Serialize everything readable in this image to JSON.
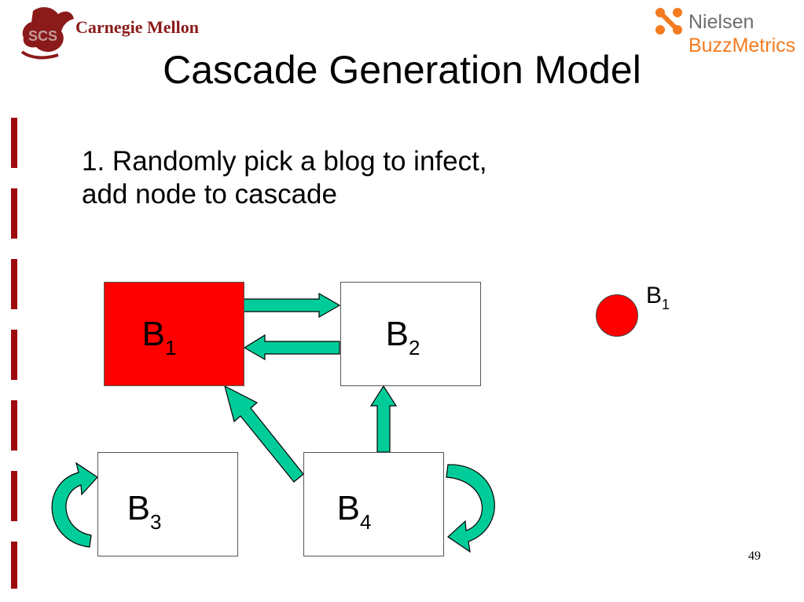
{
  "header": {
    "cmu_logo_text": "Carnegie Mellon",
    "scs_mark_text": "SCS",
    "partner_logo_line1": "Nielsen",
    "partner_logo_line2": "BuzzMetrics"
  },
  "slide": {
    "title": "Cascade Generation Model",
    "step_line1": "1.  Randomly pick a blog to infect,",
    "step_line2": "add node to cascade",
    "page_number": "49"
  },
  "graph": {
    "nodes": [
      {
        "id": "B1",
        "letter": "B",
        "index": "1",
        "infected": true
      },
      {
        "id": "B2",
        "letter": "B",
        "index": "2",
        "infected": false
      },
      {
        "id": "B3",
        "letter": "B",
        "index": "3",
        "infected": false
      },
      {
        "id": "B4",
        "letter": "B",
        "index": "4",
        "infected": false
      }
    ],
    "edges": [
      {
        "from": "B1",
        "to": "B2"
      },
      {
        "from": "B2",
        "to": "B1"
      },
      {
        "from": "B4",
        "to": "B1"
      },
      {
        "from": "B4",
        "to": "B2"
      },
      {
        "from": "B3",
        "to": "B3"
      },
      {
        "from": "B4",
        "to": "B4"
      }
    ]
  },
  "cascade": {
    "nodes": [
      {
        "letter": "B",
        "index": "1"
      }
    ]
  },
  "colors": {
    "infected": "#ff0000",
    "arrow_fill": "#00cc99",
    "arrow_stroke": "#000000",
    "cmu_red": "#8b1a1a",
    "nielsen_orange": "#f47b20",
    "nielsen_gray": "#6d6e71"
  }
}
